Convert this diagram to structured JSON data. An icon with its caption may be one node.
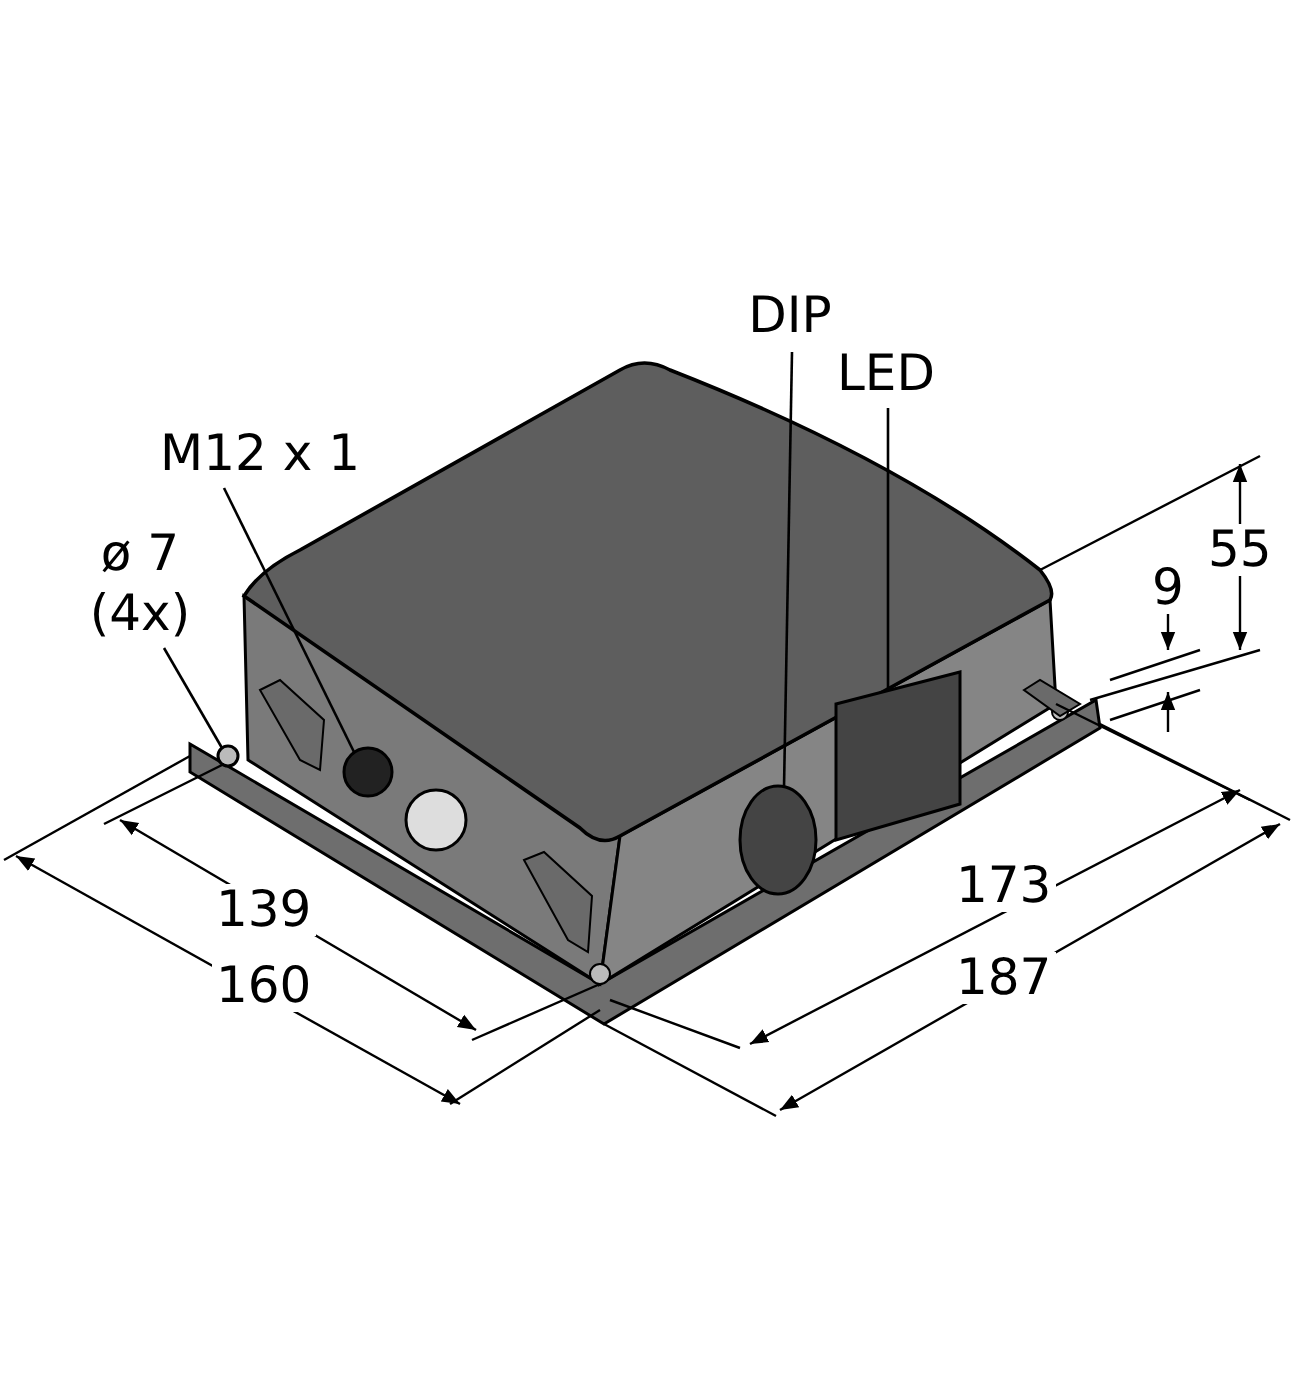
{
  "diagram": {
    "nodes": [
      {
        "text": [
          "M12 x 1"
        ]
      },
      {
        "text": [
          "ø 7 (4x)"
        ]
      },
      {
        "text": [
          "DIP"
        ]
      },
      {
        "text": [
          "LED"
        ]
      },
      {
        "text": [],
        "shape": "circle"
      },
      {
        "text": [],
        "shape": "circle"
      },
      {
        "text": [],
        "shape": "circle"
      },
      {
        "text": [],
        "shape": "box"
      }
    ],
    "edges": [
      {
        "from": 0,
        "to": 4,
        "arrow": "none"
      },
      {
        "from": 1,
        "to": 5,
        "arrow": "none"
      },
      {
        "from": 2,
        "to": 6,
        "arrow": "none"
      },
      {
        "from": 3,
        "to": 7,
        "arrow": "none"
      }
    ],
    "labels": [
      "55",
      "9",
      "139",
      "173",
      "160",
      "187"
    ]
  }
}
